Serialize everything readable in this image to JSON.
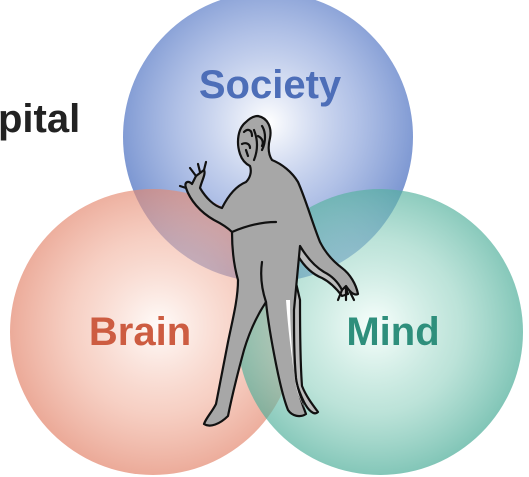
{
  "partial_heading": "pital",
  "circles": [
    {
      "id": "society",
      "label": "Society",
      "color": "#4a6fc0",
      "label_color": "#4d6eb8"
    },
    {
      "id": "brain",
      "label": "Brain",
      "color": "#e07a5f",
      "label_color": "#cd5c41"
    },
    {
      "id": "mind",
      "label": "Mind",
      "color": "#3ba58f",
      "label_color": "#2e8f7c"
    }
  ],
  "figure": {
    "description_icon": "human-figure-icon",
    "fill": "#a7a7a7",
    "stroke": "#111111"
  }
}
